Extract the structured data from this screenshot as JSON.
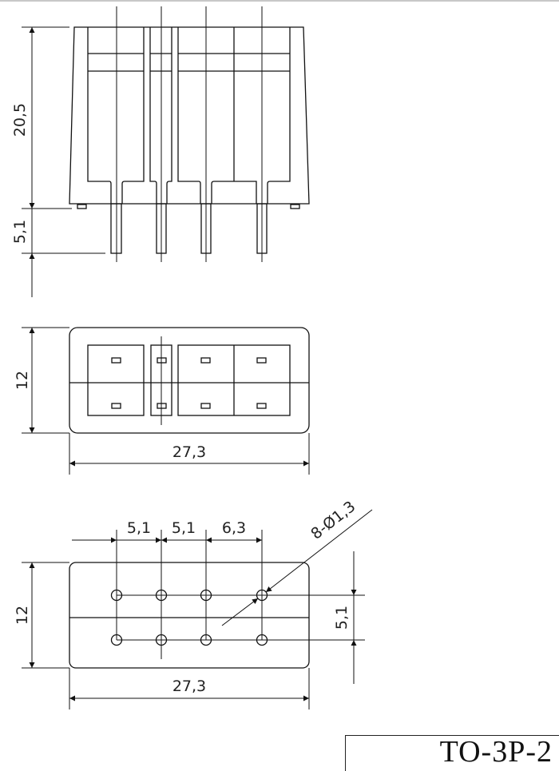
{
  "drawing": {
    "part_code": "TO-3P-2",
    "side_view": {
      "body_height_label": "20,5",
      "pin_length_label": "5,1"
    },
    "top_view": {
      "height_label": "12",
      "width_label": "27,3"
    },
    "footprint_view": {
      "pitch_labels": [
        "5,1",
        "5,1",
        "6,3"
      ],
      "hole_spec_label": "8-Ø1,3",
      "row_spacing_label": "5,1",
      "height_label": "12",
      "width_label": "27,3"
    },
    "line_color": "#111111",
    "background": "#ffffff"
  }
}
